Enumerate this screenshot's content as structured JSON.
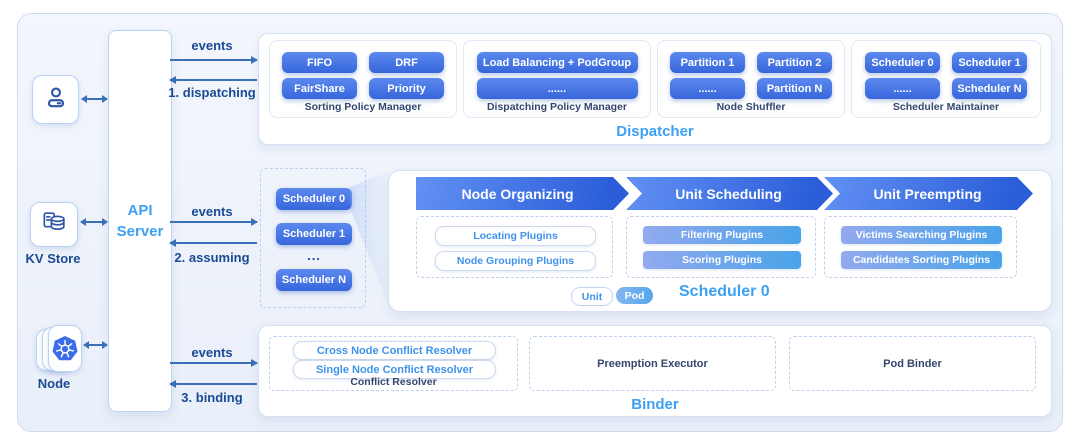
{
  "left": {
    "api_server": {
      "line1": "API",
      "line2": "Server"
    },
    "kv_store": {
      "label": "KV Store"
    },
    "node": {
      "label": "Node"
    }
  },
  "flows": [
    {
      "events": "events",
      "step": "1. dispatching"
    },
    {
      "events": "events",
      "step": "2. assuming"
    },
    {
      "events": "events",
      "step": "3. binding"
    }
  ],
  "dispatcher": {
    "title": "Dispatcher",
    "groups": [
      {
        "label": "Sorting Policy Manager",
        "buttons": [
          "FIFO",
          "DRF",
          "FairShare",
          "Priority"
        ]
      },
      {
        "label": "Dispatching Policy Manager",
        "buttons": [
          "Load Balancing + PodGroup",
          "......"
        ]
      },
      {
        "label": "Node Shuffler",
        "buttons": [
          "Partition 1",
          "Partition 2",
          "......",
          "Partition N"
        ]
      },
      {
        "label": "Scheduler Maintainer",
        "buttons": [
          "Scheduler 0",
          "Scheduler 1",
          "......",
          "Scheduler N"
        ]
      }
    ]
  },
  "scheduler": {
    "instances": [
      "Scheduler 0",
      "Scheduler 1",
      "...",
      "Scheduler N"
    ],
    "title": "Scheduler 0",
    "stages": [
      {
        "banner": "Node Organizing",
        "plugins": [
          "Locating Plugins",
          "Node Grouping Plugins"
        ]
      },
      {
        "banner": "Unit Scheduling",
        "plugins": [
          "Filtering Plugins",
          "Scoring Plugins"
        ]
      },
      {
        "banner": "Unit Preempting",
        "plugins": [
          "Victims Searching Plugins",
          "Candidates Sorting Plugins"
        ]
      }
    ],
    "legend": {
      "unit": "Unit",
      "pod": "Pod"
    }
  },
  "binder": {
    "title": "Binder",
    "conflict_resolver": {
      "label": "Conflict Resolver",
      "buttons": [
        "Cross Node Conflict Resolver",
        "Single Node Conflict Resolver"
      ]
    },
    "preemption_executor": {
      "label": "Preemption Executor"
    },
    "pod_binder": {
      "label": "Pod Binder"
    }
  },
  "colors": {
    "accent_blue": "#3da0f2",
    "navy_text": "#33476e",
    "deep_navy": "#1b4a94",
    "arrow_blue": "#3a70b8",
    "btn_dark_top": "#5c89ee",
    "btn_dark_bottom": "#3766dc",
    "banner_from": "#6191f3",
    "banner_to": "#2b5dd9",
    "plugin_from": "#93a9ef",
    "plugin_to": "#4aa3e9",
    "plugin_text": "#3f93ea",
    "k8s_blue": "#3a6de8",
    "panel_bg": "#edf2fa",
    "border_blue": "#d5e0f2"
  }
}
